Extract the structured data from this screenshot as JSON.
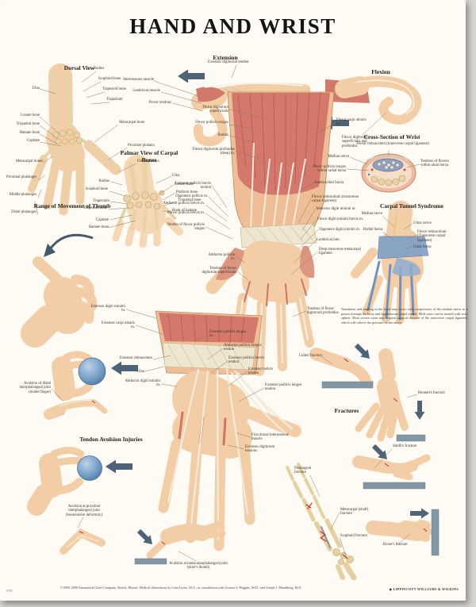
{
  "title": "HAND AND WRIST",
  "sections": {
    "dorsal_view": {
      "heading": "Dorsal View",
      "labels": {
        "ulna": "Ulna",
        "radius": "Radius",
        "scaphoid": "Scaphoid bone",
        "trapezoid": "Trapezoid bone",
        "trapezium": "Trapezium",
        "lunate": "Lunate bone",
        "triquetral": "Triquetral bone",
        "hamate": "Hamate bone",
        "capitate": "Capitate",
        "metacarpal_bone": "Metacarpal bone",
        "proximal_phalanx": "Proximal phalanx",
        "distal_phalanx": "Distal phalanx",
        "metacarpal_bones": "Metacarpal bones",
        "proximal_phalanges": "Proximal phalanges",
        "middle_phalanges": "Middle phalanges",
        "distal_phalanges": "Distal phalanges"
      }
    },
    "extension": {
      "heading": "Extension",
      "labels": {
        "extensor_digitorum_tendon": "Extensor digitorum tendon",
        "interosseous_muscle": "Interosseous muscle",
        "lumbrical_muscle": "Lumbrical muscle",
        "flexor_tendons": "Flexor tendons"
      }
    },
    "flexion": {
      "heading": "Flexion",
      "labels": {
        "flexor_digitorum": "Flexor digitorum superficialis and profundus"
      }
    },
    "palmar_carpal": {
      "heading": "Palmar View of Carpal Bones",
      "labels": {
        "radius": "Radius",
        "scaphoid": "Scaphoid bone",
        "trapezium": "Trapezium",
        "trapezoid": "Trapezoid bone",
        "capitate": "Capitate",
        "hamate": "Hamate bone",
        "ulna": "Ulna",
        "lunate": "Lunate bone",
        "pisiform": "Pisiform bone",
        "triquetral": "Triquetral bone",
        "hook_of_hamate": "Hook of hamate"
      }
    },
    "range_thumb": {
      "heading": "Range of Movement of Thumb"
    },
    "cross_section": {
      "heading": "Cross-Section of Wrist",
      "labels": {
        "retinaculum": "Flexor retinaculum (transverse carpal ligament)",
        "median_nerve": "Median nerve",
        "fpl_radial_bursa": "Flexor pollicis longus within radial bursa",
        "flexors_ulnar_bursa": "Tendons of flexors within ulnar bursa"
      }
    },
    "carpal_tunnel": {
      "heading": "Carpal Tunnel Syndrome",
      "labels": {
        "median_nerve": "Median nerve",
        "radial_bursa": "Radial bursa",
        "ulnar_nerve": "Ulnar nerve",
        "retinaculum": "Flexor retinaculum (Transverse carpal ligament)",
        "ulnar_bursa": "Ulnar bursa"
      },
      "note": "Numbness and tingling in the hand may occur with compression of the median nerve as it passes through the bony and ligamentous carpal tunnel. Mild cases can be treated with wrist splints. More severe cases may require surgical division of the transverse carpal ligament, which will relieve the pressure on the nerve."
    },
    "palmar_hand": {
      "labels": {
        "fds": "Flexor digitorum superficialis",
        "fpl": "Flexor pollicis longus",
        "radius": "Radius",
        "fdp": "Flexor digitorum profundus (deep) m.",
        "epb_tendon": "Extensor pollicis brevis tendon",
        "opponens_pollicis": "Opponens pollicis m.",
        "apb": "Abductor pollicis brevis m.",
        "fpb": "Flexor pollicis brevis m.",
        "fpl_tendon": "Tendon of flexor pollicis longus",
        "adductor_pollicis": "Adductor pollicis m.",
        "fds_tendons": "Tendons of flexor digitorum superficialis",
        "fcu": "Flexor carpi ulnaris m.",
        "antebrachial_fascia": "Antebrachial fascia",
        "retinaculum": "Flexor retinaculum (transverse carpal ligament)",
        "adm": "Abductor digiti minimi m.",
        "fdmb": "Flexor digiti minimi brevis m.",
        "odm": "Opponens digiti minimi m.",
        "lumbricals": "Lumbrical mm.",
        "dtml": "Deep transverse metacarpal ligament",
        "fdp_tendons": "Tendons of flexor digitorum profundus"
      }
    },
    "dorsal_hand": {
      "labels": {
        "edm": "Extensor digiti minimi m.",
        "ecu": "Extensor carpi ulnaris m.",
        "retinaculum": "Extensor retinaculum",
        "ulna": "Ulna",
        "adm": "Abductor digiti minimi m.",
        "epl_m": "Extensor pollicis longus m.",
        "apl_tendon": "Abductor pollicis longus tendon",
        "epb_tendon": "Extensor pollicis brevis tendon",
        "ei_tendon": "Extensor indicis tendon",
        "epl_tendon": "Extensor pollicis longus tendon",
        "fdi": "First dorsal interosseous muscle",
        "ed_tendons": "Extensor digitorum tendons"
      }
    },
    "fractures": {
      "heading": "Fractures",
      "labels": {
        "colles": "Colles' fracture",
        "bennetts": "Bennett's fracture",
        "smiths": "Smith's fracture",
        "boxers": "Boxer's fracture",
        "phalangeal": "Phalangeal fracture",
        "metacarpal": "Metacarpal (shaft) fracture",
        "scaphoid": "Scaphoid fracture"
      }
    },
    "avulsion": {
      "heading": "Tendon Avulsion Injuries",
      "labels": {
        "mallet": "Avulsion of distal interphalangeal joint (mallet finger)",
        "boutonniere": "Avulsion at proximal interphalangeal joint (boutonnière deformity)",
        "skiers": "Avulsion at metacarpophalangeal joint (skier's thumb)"
      }
    }
  },
  "footer": {
    "copyright": "©1998, 2000 Anatomical Chart Company, Skokie, Illinois. Medical illustrations by Lena Lyons, M.A., in consultation with Scotton S. Higgins, M.D., and Joseph J. Mandiberg, M.D.",
    "code": "9781",
    "publisher": "LIPPINCOTT WILLIAMS & WILKINS"
  },
  "colors": {
    "skin": "#f3cda6",
    "muscle": "#d3786a",
    "bone": "#e8d3a6",
    "ligament_blue": "#7fa0c8",
    "arrow_slate": "#4d6478",
    "bar_gray": "#8396a4",
    "ball_blue": "#7da6cc"
  }
}
